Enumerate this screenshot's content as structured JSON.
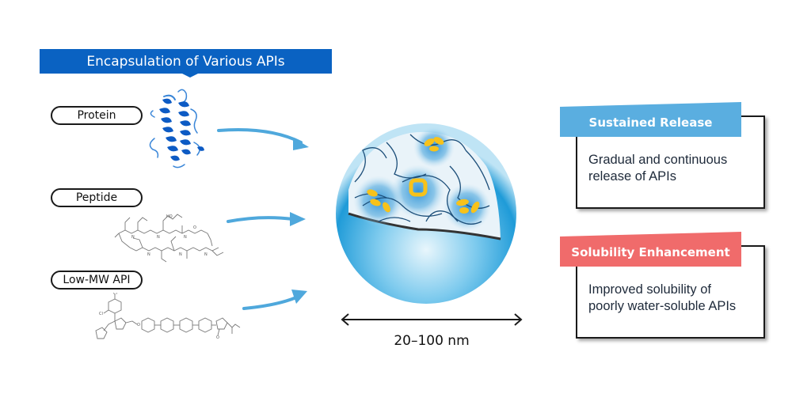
{
  "title": "Encapsulation of Various APIs",
  "api_types": [
    {
      "label": "Protein",
      "illustration": "protein-ribbon-structure"
    },
    {
      "label": "Peptide",
      "illustration": "cyclic-peptide-structure"
    },
    {
      "label": "Low-MW API",
      "illustration": "small-molecule-structure"
    }
  ],
  "nanoparticle": {
    "illustration": "cutaway-nanoparticle-with-encapsulated-drugs",
    "size_label": "20–100 nm"
  },
  "benefits": [
    {
      "title": "Sustained Release",
      "description_line1": "Gradual and continuous",
      "description_line2": "release of APIs",
      "color": "#5aaee0"
    },
    {
      "title": "Solubility Enhancement",
      "description_line1": "Improved solubility of",
      "description_line2": "poorly water-soluble APIs",
      "color": "#f06b6b"
    }
  ],
  "colors": {
    "banner": "#0a62c2",
    "arrow": "#4fa8dc",
    "sphere": "#29a3dc",
    "drug": "#f7c21a",
    "polymer": "#1d4f7a"
  }
}
